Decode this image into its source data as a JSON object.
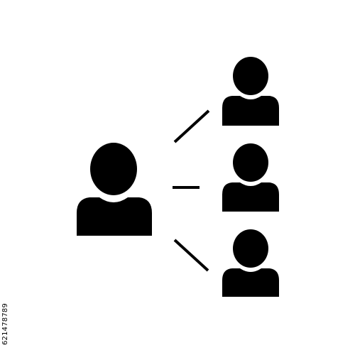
{
  "diagram": {
    "type": "one-to-many person network icon",
    "nodes": [
      {
        "id": "manager",
        "role": "central person",
        "icon": "person-icon"
      },
      {
        "id": "member-1",
        "role": "connected person top",
        "icon": "person-icon"
      },
      {
        "id": "member-2",
        "role": "connected person middle",
        "icon": "person-icon"
      },
      {
        "id": "member-3",
        "role": "connected person bottom",
        "icon": "person-icon"
      }
    ],
    "edges": [
      {
        "from": "manager",
        "to": "member-1"
      },
      {
        "from": "manager",
        "to": "member-2"
      },
      {
        "from": "manager",
        "to": "member-3"
      }
    ]
  },
  "colors": {
    "foreground": "#000000",
    "background": "#ffffff"
  },
  "watermark": {
    "id_text": "621478789"
  }
}
